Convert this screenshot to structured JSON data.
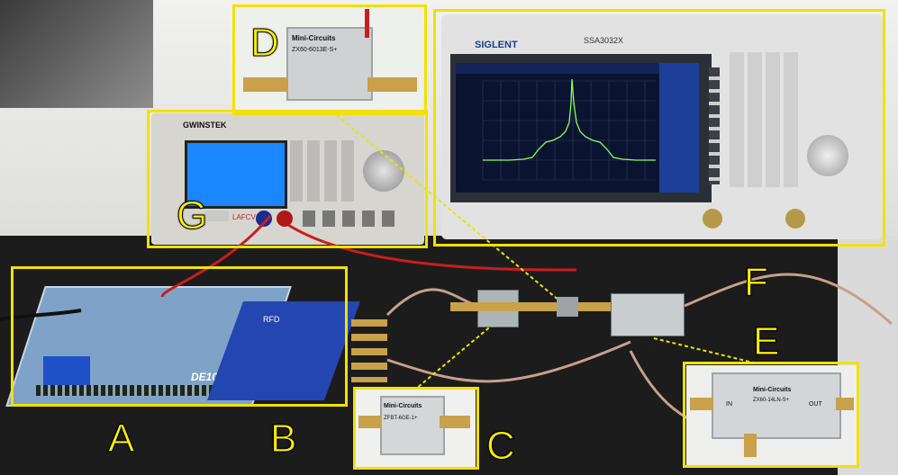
{
  "labels": {
    "a": "A",
    "b": "B",
    "c": "C",
    "d": "D",
    "e": "E",
    "f": "F",
    "g": "G"
  },
  "analyzer": {
    "brand": "SIGLENT",
    "model": "SSA3032X",
    "screen_brand": "SIGLENT",
    "trace_color": "#8cff5a",
    "screen_color": "#0a1430",
    "bezel_color": "#2b2f36"
  },
  "power_supply": {
    "brand": "GWINSTEK",
    "display_color": "#1a86ff",
    "button_label": "LAFCV"
  },
  "boards": {
    "fpga_brand": "DE10",
    "fpga_color": "#3b7be0",
    "rfdc_label": "RFD"
  },
  "components": {
    "c_brand": "Mini-Circuits",
    "c_part": "ZFBT-6GE-1+",
    "d_brand": "Mini-Circuits",
    "d_part": "ZX60-6013E-S+",
    "e_brand": "Mini-Circuits",
    "e_part": "ZX60-14LN-S+",
    "e_in": "IN",
    "e_out": "OUT"
  },
  "colors": {
    "highlight": "#f2e200",
    "mat": "#1c1c1c",
    "wall": "#e8e8e6",
    "cable_red": "#c81e1e",
    "cable_tan": "#c9a08a"
  }
}
